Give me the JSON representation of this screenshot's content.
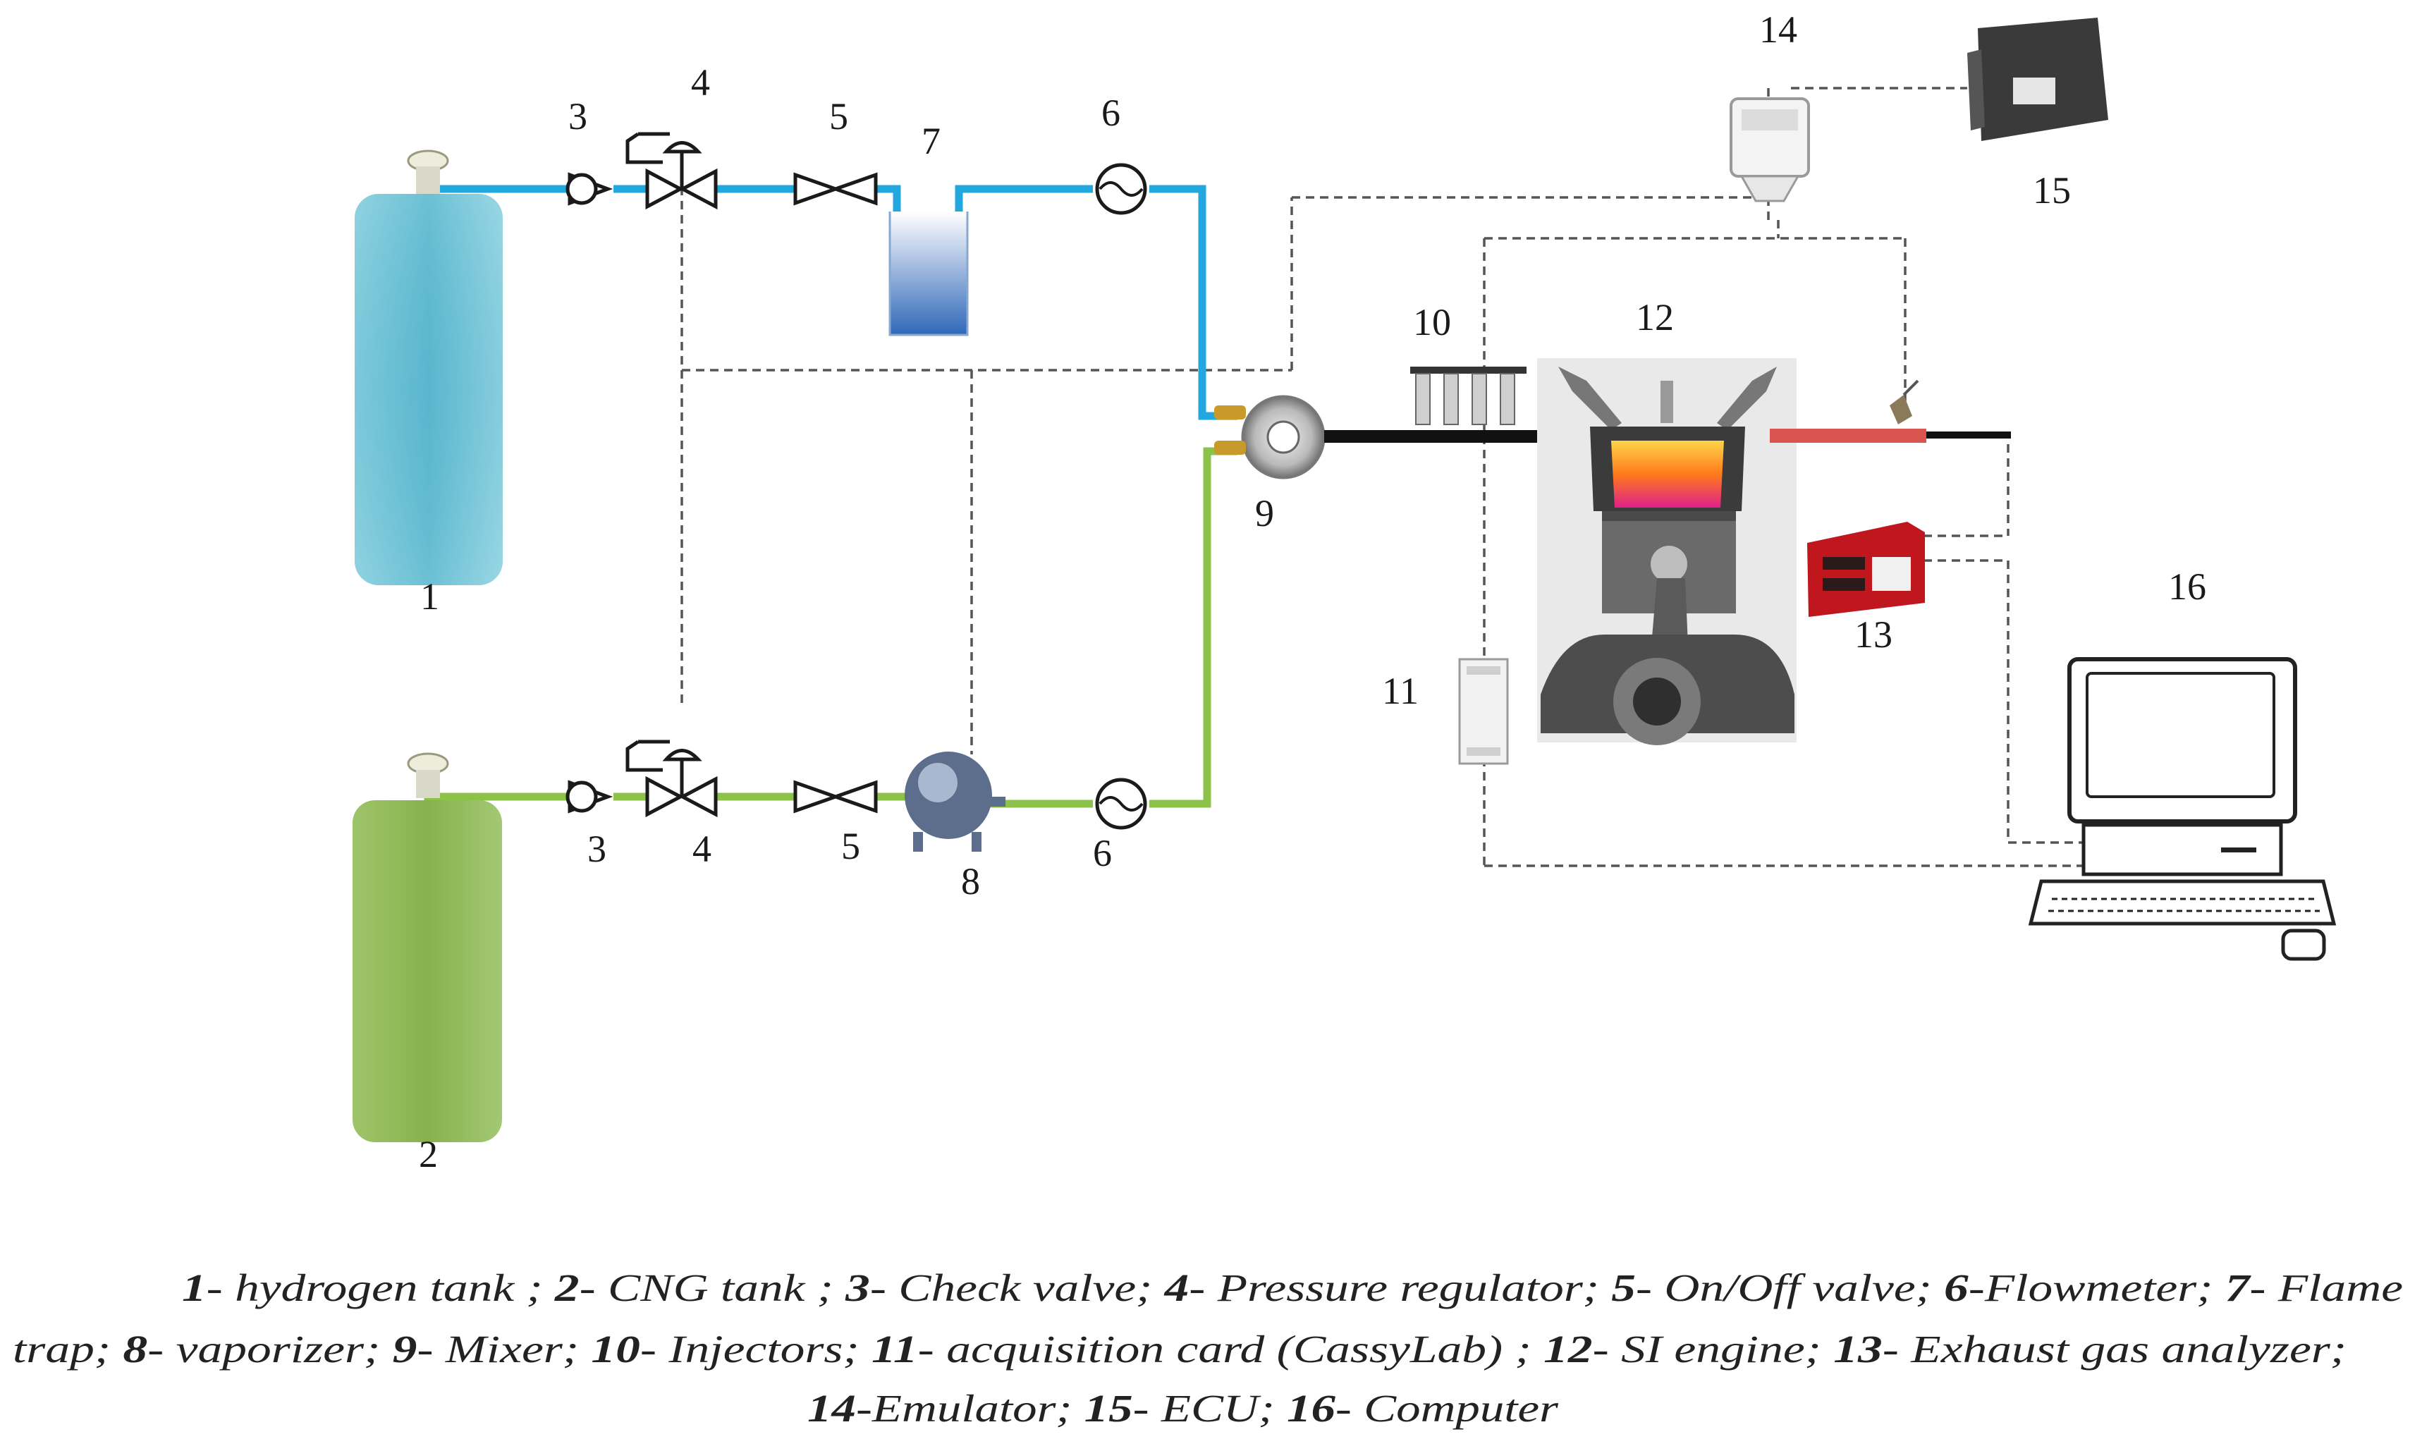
{
  "labels": {
    "n1": "1",
    "n2": "2",
    "n3_top": "3",
    "n4_top": "4",
    "n5_top": "5",
    "n7": "7",
    "n6_top": "6",
    "n3_bot": "3",
    "n4_bot": "4",
    "n5_bot": "5",
    "n8": "8",
    "n6_bot": "6",
    "n9": "9",
    "n10": "10",
    "n11": "11",
    "n12": "12",
    "n13": "13",
    "n14": "14",
    "n15": "15",
    "n16": "16"
  },
  "caption": {
    "line1": [
      {
        "num": "1",
        "text": "- hydrogen tank ; "
      },
      {
        "num": "2",
        "text": "- CNG tank ; "
      },
      {
        "num": "3",
        "text": "- Check valve; "
      },
      {
        "num": "4",
        "text": "- Pressure regulator; "
      },
      {
        "num": "5",
        "text": "- On/Off valve; "
      },
      {
        "num": "6",
        "text": "-Flowmeter; "
      },
      {
        "num": "7",
        "text": "- Flame"
      }
    ],
    "line2_start": "trap; ",
    "line2": [
      {
        "num": "8",
        "text": "- vaporizer; "
      },
      {
        "num": "9",
        "text": "- Mixer; "
      },
      {
        "num": "10",
        "text": "- Injectors; "
      },
      {
        "num": "11",
        "text": "- acquisition card (CassyLab) ; "
      },
      {
        "num": "12",
        "text": "- SI engine; "
      },
      {
        "num": "13",
        "text": "- Exhaust gas analyzer;"
      }
    ],
    "line3": [
      {
        "num": "14",
        "text": "-Emulator; "
      },
      {
        "num": "15",
        "text": "- ECU; "
      },
      {
        "num": "16",
        "text": "- Computer"
      }
    ]
  },
  "colors": {
    "hydrogen_line": "#22a7de",
    "cng_line": "#8cc14a",
    "hydrogen_tank": "#5bb6cc",
    "cng_tank": "#93bb5a",
    "signal_line": "#555555",
    "exhaust_pipe": "#d9534f"
  }
}
